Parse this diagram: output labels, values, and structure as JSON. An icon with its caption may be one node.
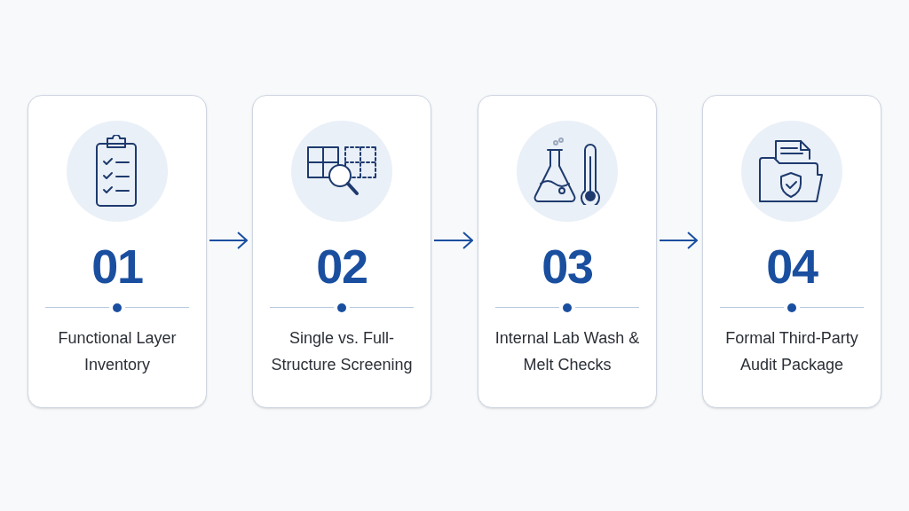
{
  "diagram": {
    "nodes": [
      {
        "text": [
          "01",
          "Functional Layer Inventory"
        ]
      },
      {
        "text": [
          "02",
          "Single vs. Full-Structure Screening"
        ]
      },
      {
        "text": [
          "03",
          "Internal Lab Wash & Melt Checks"
        ]
      },
      {
        "text": [
          "04",
          "Formal Third-Party Audit Package"
        ]
      }
    ],
    "edges": [
      {
        "from": 0,
        "to": 1,
        "arrow": "to"
      },
      {
        "from": 1,
        "to": 2,
        "arrow": "to"
      },
      {
        "from": 2,
        "to": 3,
        "arrow": "to"
      }
    ]
  }
}
